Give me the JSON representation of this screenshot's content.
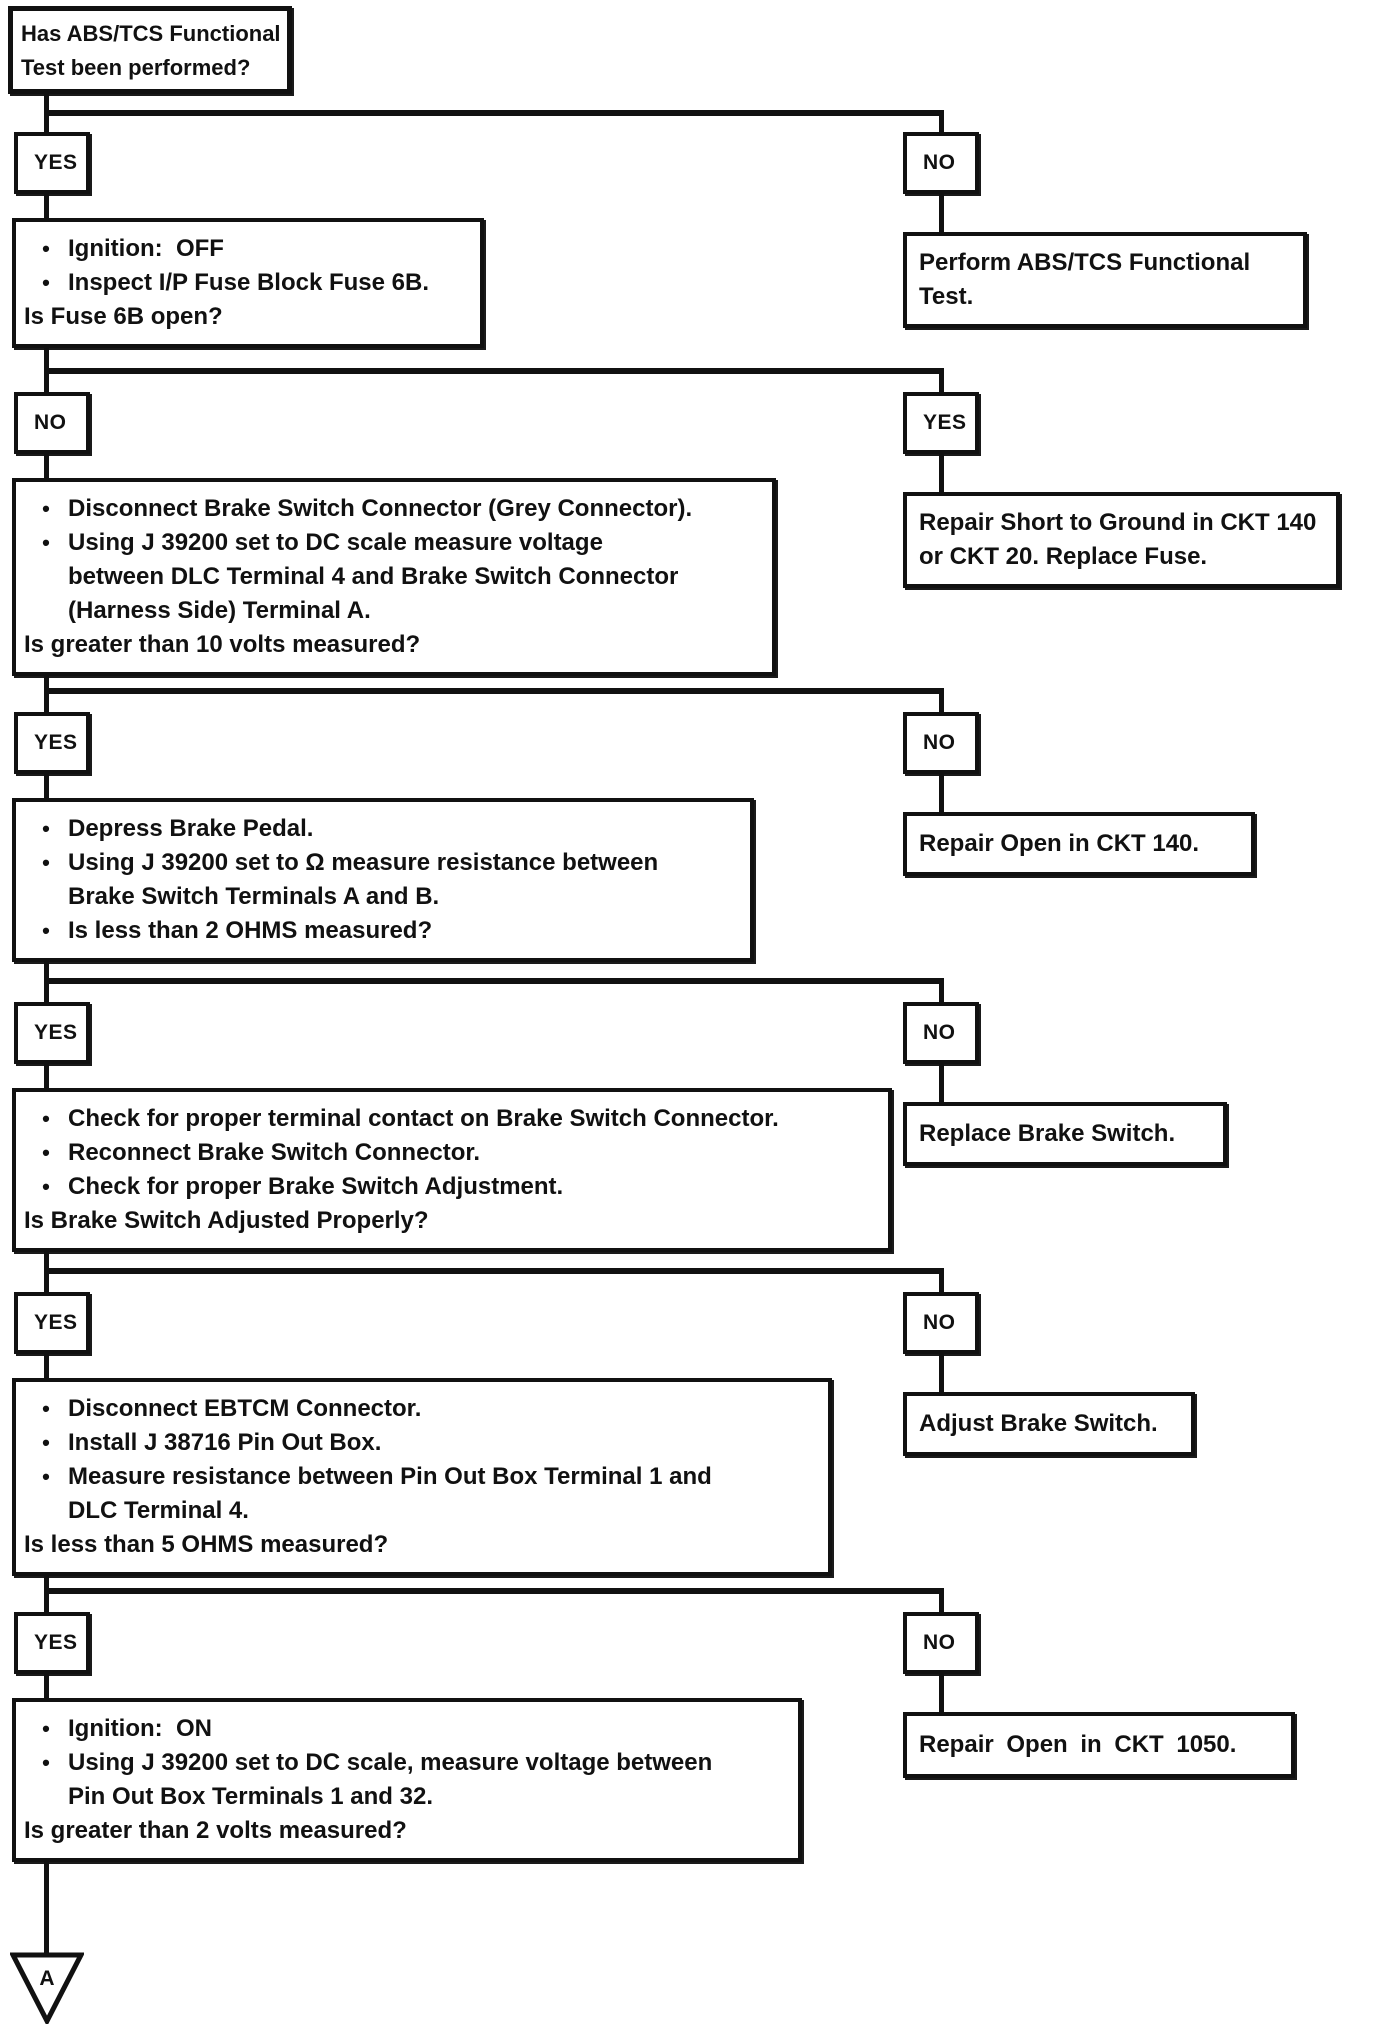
{
  "flowchart": {
    "ink_color": "#111111",
    "start": {
      "lines": [
        "Has ABS/TCS Functional",
        "Test been performed?"
      ]
    },
    "steps": [
      {
        "left_branch": "YES",
        "right_branch": "NO",
        "left_action": {
          "items": [
            {
              "bullet": true,
              "lines": [
                "Ignition:  OFF"
              ]
            },
            {
              "bullet": true,
              "lines": [
                "Inspect I/P Fuse Block Fuse 6B."
              ]
            },
            {
              "bullet": false,
              "lines": [
                "Is Fuse 6B open?"
              ]
            }
          ]
        },
        "right_action": {
          "lines": [
            "Perform ABS/TCS Functional",
            "Test."
          ]
        }
      },
      {
        "left_branch": "NO",
        "right_branch": "YES",
        "left_action": {
          "items": [
            {
              "bullet": true,
              "lines": [
                "Disconnect Brake Switch Connector (Grey Connector)."
              ]
            },
            {
              "bullet": true,
              "lines": [
                "Using J 39200 set to DC scale measure voltage",
                "between DLC Terminal 4 and Brake Switch Connector",
                "(Harness Side) Terminal A."
              ]
            },
            {
              "bullet": false,
              "lines": [
                "Is greater than 10 volts measured?"
              ]
            }
          ]
        },
        "right_action": {
          "lines": [
            "Repair Short to Ground in CKT 140",
            "or CKT 20. Replace Fuse."
          ]
        }
      },
      {
        "left_branch": "YES",
        "right_branch": "NO",
        "left_action": {
          "items": [
            {
              "bullet": true,
              "lines": [
                "Depress Brake Pedal."
              ]
            },
            {
              "bullet": true,
              "lines": [
                "Using J 39200 set to Ω measure resistance between",
                "Brake Switch Terminals A and B."
              ]
            },
            {
              "bullet": true,
              "lines": [
                "Is less than 2 OHMS measured?"
              ]
            }
          ]
        },
        "right_action": {
          "lines": [
            "Repair Open in CKT 140."
          ]
        }
      },
      {
        "left_branch": "YES",
        "right_branch": "NO",
        "left_action": {
          "items": [
            {
              "bullet": true,
              "lines": [
                "Check for proper terminal contact on Brake Switch Connector."
              ]
            },
            {
              "bullet": true,
              "lines": [
                "Reconnect Brake Switch Connector."
              ]
            },
            {
              "bullet": true,
              "lines": [
                "Check for proper Brake Switch Adjustment."
              ]
            },
            {
              "bullet": false,
              "lines": [
                "Is Brake Switch Adjusted Properly?"
              ]
            }
          ]
        },
        "right_action": {
          "lines": [
            "Replace Brake Switch."
          ]
        }
      },
      {
        "left_branch": "YES",
        "right_branch": "NO",
        "left_action": {
          "items": [
            {
              "bullet": true,
              "lines": [
                "Disconnect EBTCM Connector."
              ]
            },
            {
              "bullet": true,
              "lines": [
                "Install J 38716 Pin Out Box."
              ]
            },
            {
              "bullet": true,
              "lines": [
                "Measure resistance between Pin Out Box Terminal 1 and",
                "DLC Terminal 4."
              ]
            },
            {
              "bullet": false,
              "lines": [
                "Is less than 5 OHMS measured?"
              ]
            }
          ]
        },
        "right_action": {
          "lines": [
            "Adjust Brake Switch."
          ]
        }
      },
      {
        "left_branch": "YES",
        "right_branch": "NO",
        "left_action": {
          "items": [
            {
              "bullet": true,
              "lines": [
                "Ignition:  ON"
              ]
            },
            {
              "bullet": true,
              "lines": [
                "Using J 39200 set to DC scale, measure voltage between",
                "Pin Out Box Terminals 1 and 32."
              ]
            },
            {
              "bullet": false,
              "lines": [
                "Is greater than 2 volts measured?"
              ]
            }
          ]
        },
        "right_action": {
          "lines": [
            "Repair Open in CKT 1050."
          ]
        }
      }
    ],
    "off_page_connector": "A"
  }
}
